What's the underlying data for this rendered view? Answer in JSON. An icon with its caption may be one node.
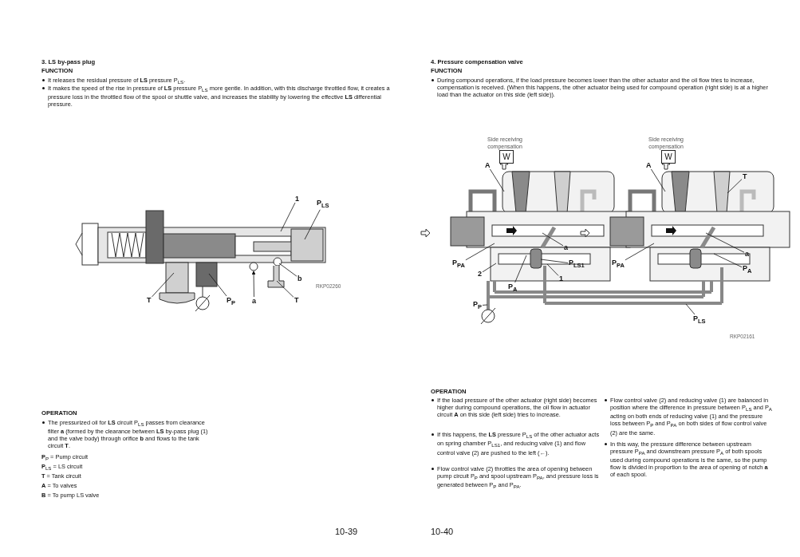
{
  "diagram": {
    "nodes": [
      {
        "text": [
          "1"
        ]
      },
      {
        "text": [
          "P$_{LS}$"
        ]
      },
      {
        "text": [
          "T"
        ]
      },
      {
        "text": [
          "P$_{P}$"
        ]
      },
      {
        "text": [
          "a"
        ]
      },
      {
        "text": [
          "b"
        ]
      },
      {
        "text": [
          "T"
        ]
      },
      {
        "text": [
          "W"
        ]
      },
      {
        "text": [
          "W"
        ]
      },
      {
        "text": [
          "A"
        ]
      },
      {
        "text": [
          "A"
        ]
      },
      {
        "text": [
          "T"
        ]
      },
      {
        "text": [
          "P$_{PA}$"
        ]
      },
      {
        "text": [
          "2"
        ]
      },
      {
        "text": [
          "P$_{A}$"
        ]
      },
      {
        "text": [
          "a"
        ]
      },
      {
        "text": [
          "P$_{LS1}$"
        ]
      },
      {
        "text": [
          "1"
        ]
      },
      {
        "text": [
          "P$_{P}$"
        ]
      },
      {
        "text": [
          "P$_{LS}$"
        ]
      },
      {
        "text": [
          "P$_{PA}$"
        ]
      },
      {
        "text": [
          "a"
        ]
      },
      {
        "text": [
          "P$_{A}$"
        ]
      }
    ],
    "edges": [
      {
        "from": 0,
        "to": null,
        "arrow": "none"
      },
      {
        "from": 1,
        "to": null,
        "arrow": "none"
      },
      {
        "from": 2,
        "to": null,
        "arrow": "none"
      },
      {
        "from": 3,
        "to": null,
        "arrow": "none"
      },
      {
        "from": 4,
        "to": null,
        "arrow": "to"
      },
      {
        "from": 5,
        "to": null,
        "arrow": "none"
      },
      {
        "from": 6,
        "to": null,
        "arrow": "none"
      },
      {
        "from": 9,
        "to": null,
        "arrow": "none"
      },
      {
        "from": 10,
        "to": null,
        "arrow": "none"
      },
      {
        "from": 11,
        "to": null,
        "arrow": "none"
      },
      {
        "from": 12,
        "to": null,
        "arrow": "none"
      },
      {
        "from": 13,
        "to": null,
        "arrow": "none"
      },
      {
        "from": 14,
        "to": null,
        "arrow": "none"
      },
      {
        "from": 15,
        "to": null,
        "arrow": "none"
      },
      {
        "from": 16,
        "to": null,
        "arrow": "none"
      },
      {
        "from": 17,
        "to": null,
        "arrow": "none"
      },
      {
        "from": 18,
        "to": null,
        "arrow": "none"
      },
      {
        "from": 19,
        "to": null,
        "arrow": "none"
      },
      {
        "from": 20,
        "to": null,
        "arrow": "none"
      },
      {
        "from": 21,
        "to": null,
        "arrow": "none"
      },
      {
        "from": 22,
        "to": null,
        "arrow": "none"
      }
    ],
    "labels": [
      "3. LS by-pass plug",
      "FUNCTION",
      "It releases the residual pressure of **LS** pressure P$_{LS}$.",
      "It makes the speed of the rise in pressure of **LS** pressure P$_{LS}$ more gentle. In addition, with this discharge throttled flow, it creates a pressure loss in the throttled flow of the spool or shuttle valve, and increases the stability by lowering the effective **LS** differential pressure.",
      "4. Pressure compensation valve",
      "FUNCTION",
      "During compound operations, if the load pressure becomes lower than the other actuator and the oil flow tries to increase, compensation is received. (When this happens, the other actuator being used for compound operation (right side) is at a higher load than the actuator on this side (left side)).",
      "Side receiving compensation",
      "Side receiving compensation",
      "RKP02260",
      "RKP02161",
      "OPERATION",
      "The pressurized oil for **LS** circuit P$_{LS}$ passes from clearance filter **a** (formed by the clearance between **LS** by-pass plug (1) and the valve body) through orifice **b** and flows to the tank circuit **T**.",
      "**P**$_{P}$ = Pump circuit",
      "**P**$_{LS}$ = LS circuit",
      "**T** = Tank circuit",
      "**A** = To valves",
      "**B** = To pump LS valve",
      "OPERATION",
      "If the load pressure of the other actuator (right side) becomes higher during compound operations, the oil flow in actuator circuit **A** on this side (left side) tries to increase.",
      "If this happens, the **LS** pressure P$_{LS}$ of the other actuator acts on spring chamber P$_{LS1}$, and reducing valve (1) and flow control valve (2) are pushed to the left (←).",
      "Flow control valve (2) throttles the area of opening between pump circuit P$_{P}$ and spool upstream P$_{PA}$, and pressure loss is generated between P$_{P}$ and P$_{PA}$.",
      "Flow control valve (2) and reducing valve (1) are balanced in position where the difference in pressure between P$_{LS}$ and P$_{A}$ acting on both ends of reducing valve (1) and the pressure loss between P$_{P}$ and P$_{PA}$ on both sides of flow control valve (2) are the same.",
      "In this way, the pressure difference between upstream pressure P$_{PA}$ and downstream pressure P$_{A}$ of both spools used during compound operations is the same, so the pump flow is divided in proportion to the area of opening of notch **a** of each spool.",
      "10-39",
      "10-40"
    ]
  }
}
